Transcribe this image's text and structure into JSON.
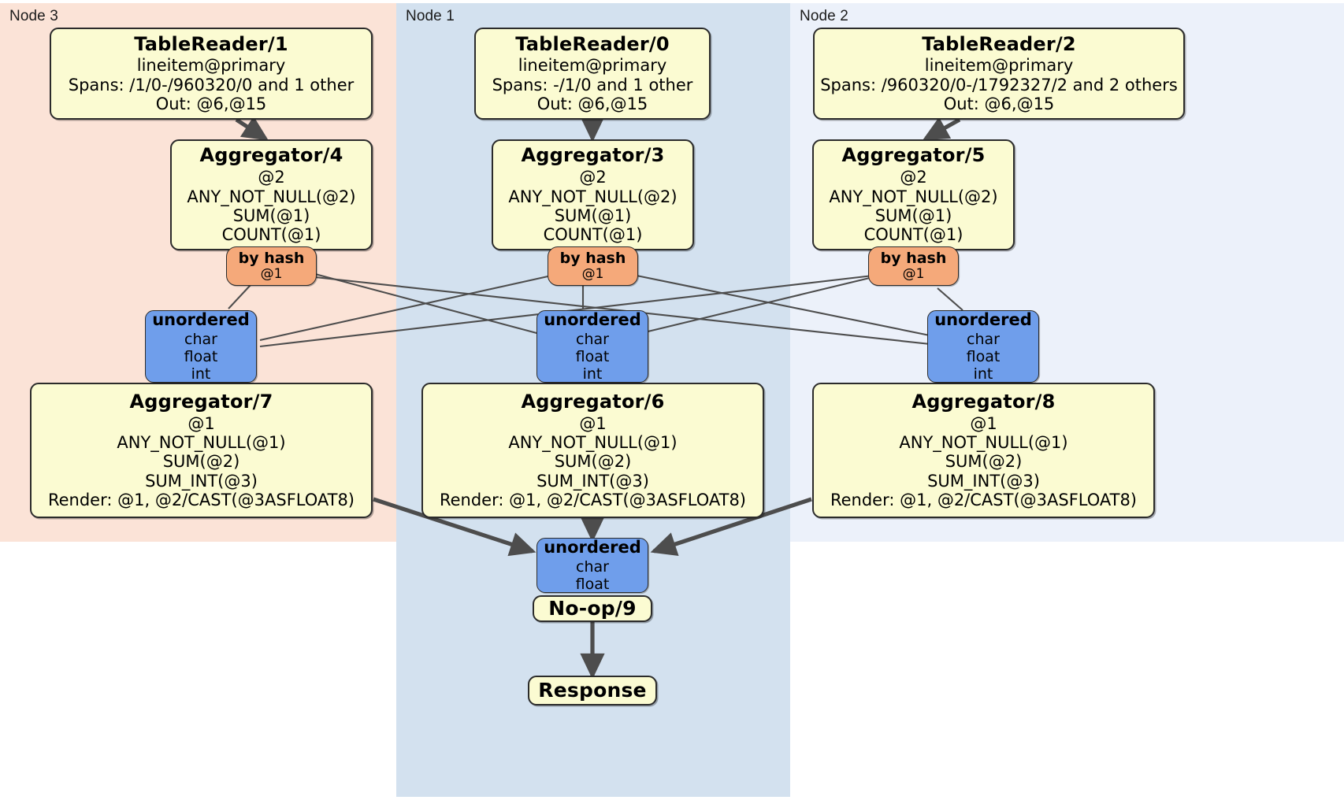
{
  "diagram": {
    "title": "DistSQL physical plan",
    "colors": {
      "node3_panel": "#fbe3d7",
      "node1_panel": "#d3e1ef",
      "node2_panel": "#ecf1fa",
      "processor": "#fbfbd2",
      "router": "#f5a97a",
      "synchronizer": "#6f9eeb",
      "edge": "#4d4d4d",
      "border": "#2b2b2b"
    }
  },
  "panels": [
    {
      "id": "node3",
      "label": "Node 3"
    },
    {
      "id": "node1",
      "label": "Node 1"
    },
    {
      "id": "node2",
      "label": "Node 2"
    }
  ],
  "processors": {
    "table_reader_1": {
      "title": "TableReader/1",
      "lines": [
        "lineitem@primary",
        "Spans: /1/0-/960320/0 and 1 other",
        "Out: @6,@15"
      ]
    },
    "table_reader_0": {
      "title": "TableReader/0",
      "lines": [
        "lineitem@primary",
        "Spans: -/1/0 and 1 other",
        "Out: @6,@15"
      ]
    },
    "table_reader_2": {
      "title": "TableReader/2",
      "lines": [
        "lineitem@primary",
        "Spans: /960320/0-/1792327/2 and 2 others",
        "Out: @6,@15"
      ]
    },
    "aggregator_4": {
      "title": "Aggregator/4",
      "lines": [
        "@2",
        "ANY_NOT_NULL(@2)",
        "SUM(@1)",
        "COUNT(@1)"
      ]
    },
    "aggregator_3": {
      "title": "Aggregator/3",
      "lines": [
        "@2",
        "ANY_NOT_NULL(@2)",
        "SUM(@1)",
        "COUNT(@1)"
      ]
    },
    "aggregator_5": {
      "title": "Aggregator/5",
      "lines": [
        "@2",
        "ANY_NOT_NULL(@2)",
        "SUM(@1)",
        "COUNT(@1)"
      ]
    },
    "aggregator_7": {
      "title": "Aggregator/7",
      "lines": [
        "@1",
        "ANY_NOT_NULL(@1)",
        "SUM(@2)",
        "SUM_INT(@3)",
        "Render: @1, @2/CAST(@3ASFLOAT8)"
      ]
    },
    "aggregator_6": {
      "title": "Aggregator/6",
      "lines": [
        "@1",
        "ANY_NOT_NULL(@1)",
        "SUM(@2)",
        "SUM_INT(@3)",
        "Render: @1, @2/CAST(@3ASFLOAT8)"
      ]
    },
    "aggregator_8": {
      "title": "Aggregator/8",
      "lines": [
        "@1",
        "ANY_NOT_NULL(@1)",
        "SUM(@2)",
        "SUM_INT(@3)",
        "Render: @1, @2/CAST(@3ASFLOAT8)"
      ]
    },
    "noop_9": {
      "title": "No-op/9",
      "lines": []
    },
    "response": {
      "title": "Response",
      "lines": []
    }
  },
  "routers": {
    "by_hash_left": {
      "title": "by hash",
      "lines": [
        "@1"
      ]
    },
    "by_hash_mid": {
      "title": "by hash",
      "lines": [
        "@1"
      ]
    },
    "by_hash_right": {
      "title": "by hash",
      "lines": [
        "@1"
      ]
    }
  },
  "synchronizers": {
    "unordered_left": {
      "title": "unordered",
      "lines": [
        "char",
        "float",
        "int"
      ]
    },
    "unordered_mid": {
      "title": "unordered",
      "lines": [
        "char",
        "float",
        "int"
      ]
    },
    "unordered_right": {
      "title": "unordered",
      "lines": [
        "char",
        "float",
        "int"
      ]
    },
    "unordered_final": {
      "title": "unordered",
      "lines": [
        "char",
        "float"
      ]
    }
  }
}
